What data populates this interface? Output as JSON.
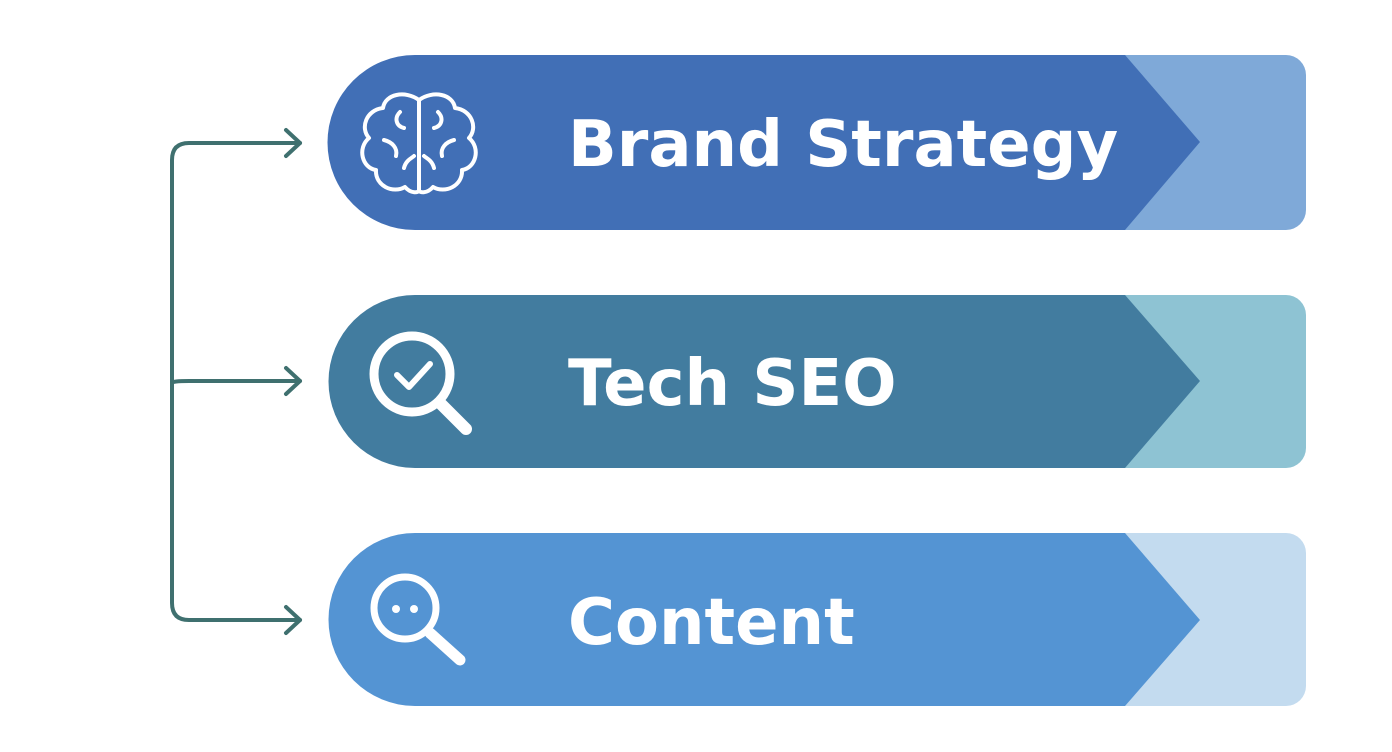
{
  "items": [
    {
      "label": "Brand Strategy",
      "icon": "brain-icon",
      "main_color": "#416fb6",
      "tab_color": "#7fa9d8"
    },
    {
      "label": "Tech SEO",
      "icon": "magnifier-check-icon",
      "main_color": "#427c9f",
      "tab_color": "#8ec3d3"
    },
    {
      "label": "Content",
      "icon": "magnifier-dots-icon",
      "main_color": "#5494d3",
      "tab_color": "#c3dbef"
    }
  ],
  "connector_color": "#3f706f"
}
